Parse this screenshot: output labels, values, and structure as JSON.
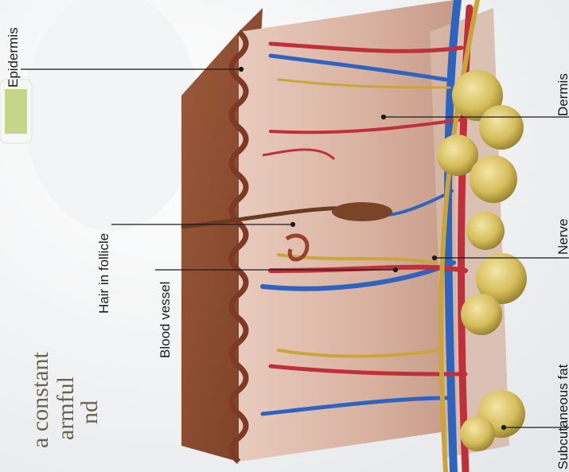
{
  "labels": {
    "epidermis": "Epidermis",
    "dermis": "Dermis",
    "hair_in_follicle": "Hair in follicle",
    "blood_vessel": "Blood vessel",
    "nerve": "Nerve",
    "subcutaneous_fat": "Subcutaneous fat"
  },
  "background_text": {
    "line1": "a constant",
    "line2": "armful",
    "line3": "nd"
  },
  "colors": {
    "epidermis": "#8a4a2e",
    "dermis": "#d9b3a0",
    "artery": "#c0303a",
    "vein": "#2f63c0",
    "nerve": "#c9a53a",
    "fat": "#d8c268",
    "hair": "#6a3a22"
  }
}
